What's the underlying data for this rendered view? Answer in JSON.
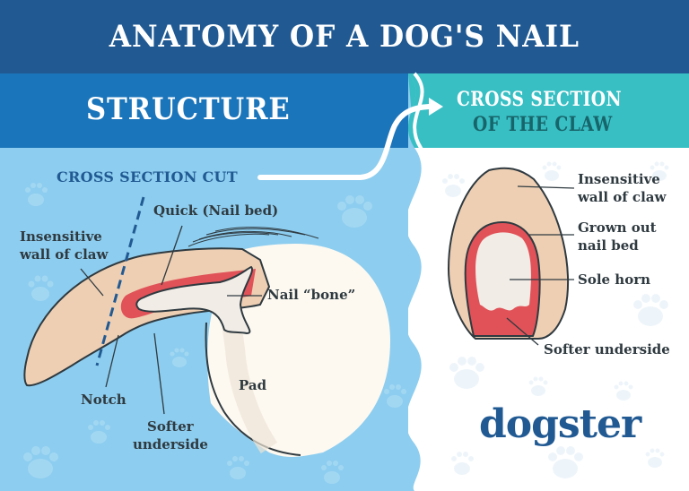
{
  "title": "ANATOMY OF A DOG'S NAIL",
  "sections": {
    "structure": {
      "heading": "STRUCTURE",
      "cut_label": "CROSS SECTION CUT",
      "labels": {
        "quick": "Quick (Nail bed)",
        "wall_line1": "Insensitive",
        "wall_line2": "wall of claw",
        "bone": "Nail “bone”",
        "notch": "Notch",
        "softer_line1": "Softer",
        "softer_line2": "underside",
        "pad": "Pad"
      }
    },
    "cross_section": {
      "heading_line1": "CROSS SECTION",
      "heading_line2": "OF THE CLAW",
      "labels": {
        "wall_line1": "Insensitive",
        "wall_line2": "wall of claw",
        "bed_line1": "Grown out",
        "bed_line2": "nail bed",
        "sole": "Sole horn",
        "softer": "Softer underside"
      }
    }
  },
  "brand": "dogster",
  "colors": {
    "title_bg": "#215a93",
    "structure_bg": "#1b75bb",
    "cross_section_bg": "#38bfc4",
    "left_panel_bg": "#8dcdef",
    "claw_wall": "#eecfb3",
    "quick": "#e05258",
    "bone": "#f1ece6",
    "pad": "#fdf9f1"
  }
}
